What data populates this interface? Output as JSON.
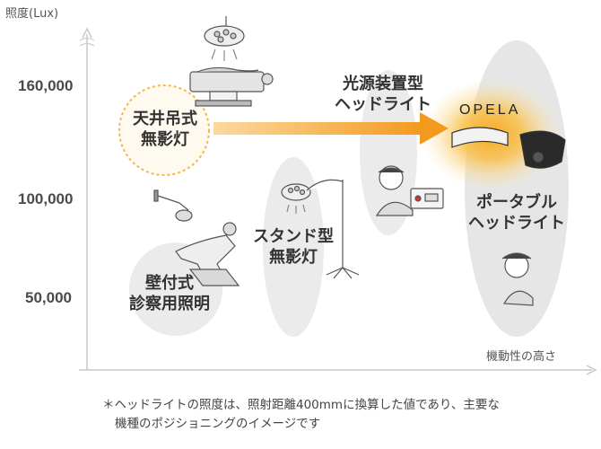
{
  "axes": {
    "y_label": "照度(Lux)",
    "x_label": "機動性の高さ",
    "y_ticks": [
      "160,000",
      "100,000",
      "50,000"
    ]
  },
  "categories": {
    "ceiling": {
      "line1": "天井吊式",
      "line2": "無影灯"
    },
    "wall": {
      "line1": "壁付式",
      "line2": "診察用照明"
    },
    "stand": {
      "line1": "スタンド型",
      "line2": "無影灯"
    },
    "source": {
      "line1": "光源装置型",
      "line2": "ヘッドライト"
    },
    "portable": {
      "line1": "ポータブル",
      "line2": "ヘッドライト"
    }
  },
  "logo_text": "OPELA",
  "footnote": {
    "line1": "＊ヘッドライトの照度は、照射距離400mmに換算した値であり、主要な",
    "line2": "機種のポジショニングのイメージです"
  },
  "colors": {
    "accent_orange": "#f39a1e",
    "ellipse_gray": "#e6e6e6",
    "dotted_circle": "#f2b84b"
  }
}
